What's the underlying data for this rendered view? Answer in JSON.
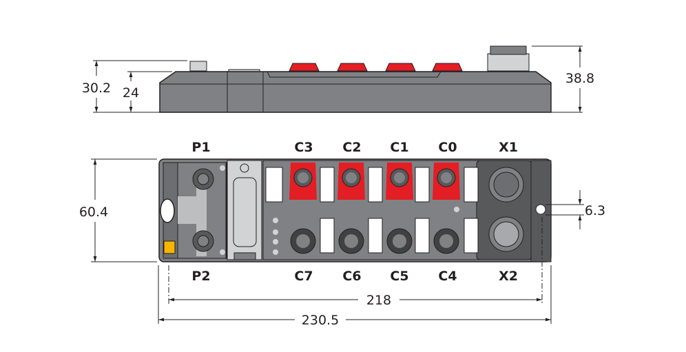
{
  "side_view": {
    "dims": {
      "height_total": "30.2",
      "height_body": "24",
      "height_max": "38.8"
    }
  },
  "top_view": {
    "labels_top": [
      "P1",
      "C3",
      "C2",
      "C1",
      "C0",
      "X1"
    ],
    "labels_bottom": [
      "P2",
      "C7",
      "C6",
      "C5",
      "C4",
      "X2"
    ],
    "dims": {
      "width_body": "60.4",
      "hole_offset": "6.3",
      "hole_spacing": "218",
      "length_total": "230.5"
    }
  },
  "colors": {
    "housing": "#808184",
    "cap": "#e31e24",
    "label_yellow": "#f7b500"
  }
}
